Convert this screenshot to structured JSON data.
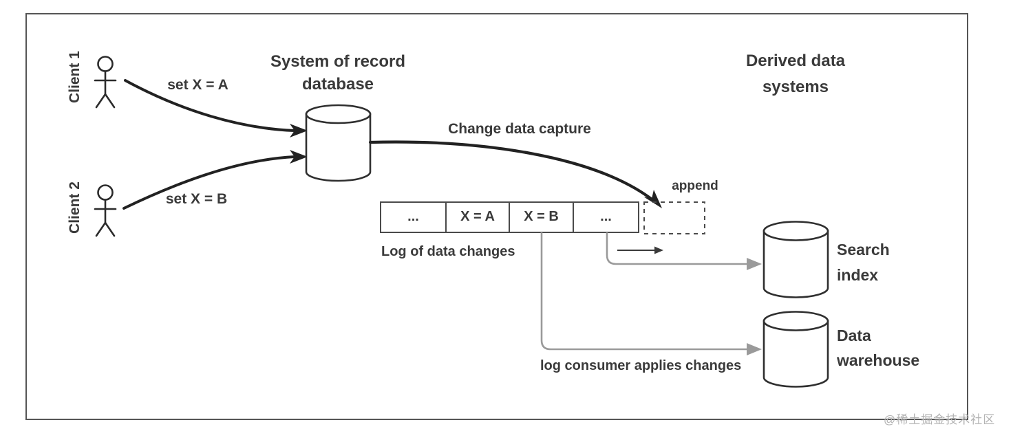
{
  "diagram": {
    "clients": {
      "client1": "Client 1",
      "client2": "Client 2"
    },
    "operations": {
      "set_a": "set X = A",
      "set_b": "set X = B"
    },
    "system_of_record": {
      "line1": "System of record",
      "line2": "database"
    },
    "cdc_label": "Change data capture",
    "append_label": "append",
    "log": {
      "cells": [
        "...",
        "X = A",
        "X = B",
        "..."
      ],
      "caption": "Log of data changes"
    },
    "derived": {
      "line1": "Derived data",
      "line2": "systems"
    },
    "search_index": {
      "line1": "Search",
      "line2": "index"
    },
    "data_warehouse": {
      "line1": "Data",
      "line2": "warehouse"
    },
    "log_consumer_label": "log consumer applies changes",
    "watermark": "@稀土掘金技术社区",
    "colors": {
      "line_dark": "#2b2b2b",
      "line_gray": "#9a9a9a",
      "text": "#3a3a3a",
      "border": "#555555",
      "watermark": "#b3b3b3"
    }
  }
}
